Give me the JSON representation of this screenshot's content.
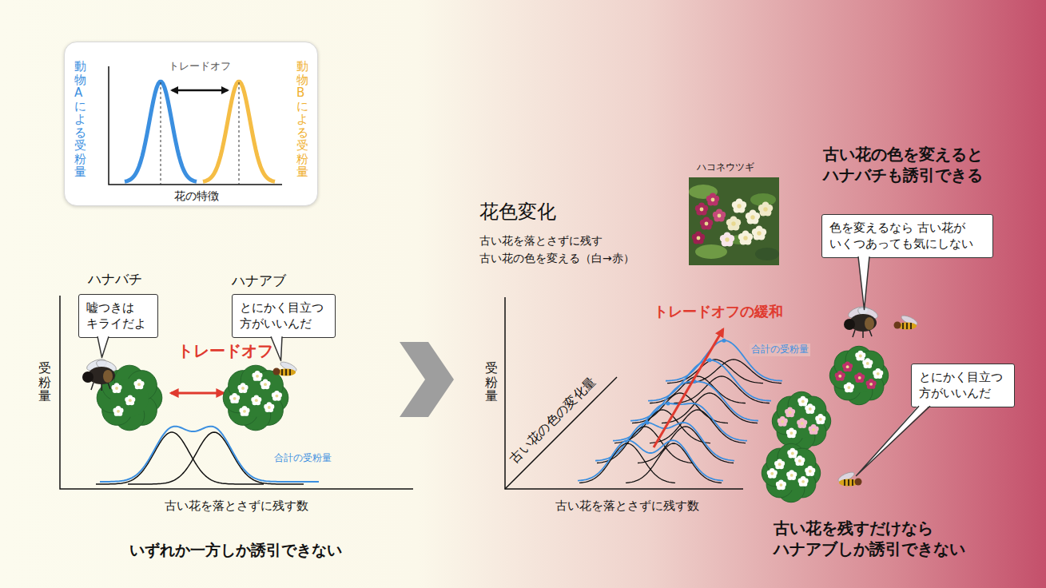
{
  "diagram": {
    "nodes": [
      {
        "text": [
          "動物Aによる受粉量",
          "トレードオフ",
          "動物Bによる受粉量",
          "花の特徴"
        ]
      },
      {
        "text": [
          "嘘つきは キライだよ"
        ]
      },
      {
        "text": [
          "とにかく目立つ 方がいいんだ"
        ]
      },
      {
        "text": [
          "色を変えるなら 古い花が いくつあっても気にしない"
        ]
      },
      {
        "text": [
          "とにかく目立つ 方がいいんだ"
        ]
      }
    ],
    "labels": [
      "ハナバチ",
      "ハナアブ",
      "受粉量",
      "トレードオフ",
      "合計の受粉量",
      "古い花を落とさずに残す数",
      "いずれか一方しか誘引できない",
      "花色変化",
      "古い花を落とさずに残す",
      "古い花の色を変える（白→赤）",
      "ハコネウツギ",
      "古い花の色を変えると ハナバチも誘引できる",
      "受粉量",
      "古い花の色の変化量",
      "トレードオフの緩和",
      "合計の受粉量",
      "古い花を落とさずに残す数",
      "古い花を残すだけなら ハナアブしか誘引できない"
    ]
  }
}
